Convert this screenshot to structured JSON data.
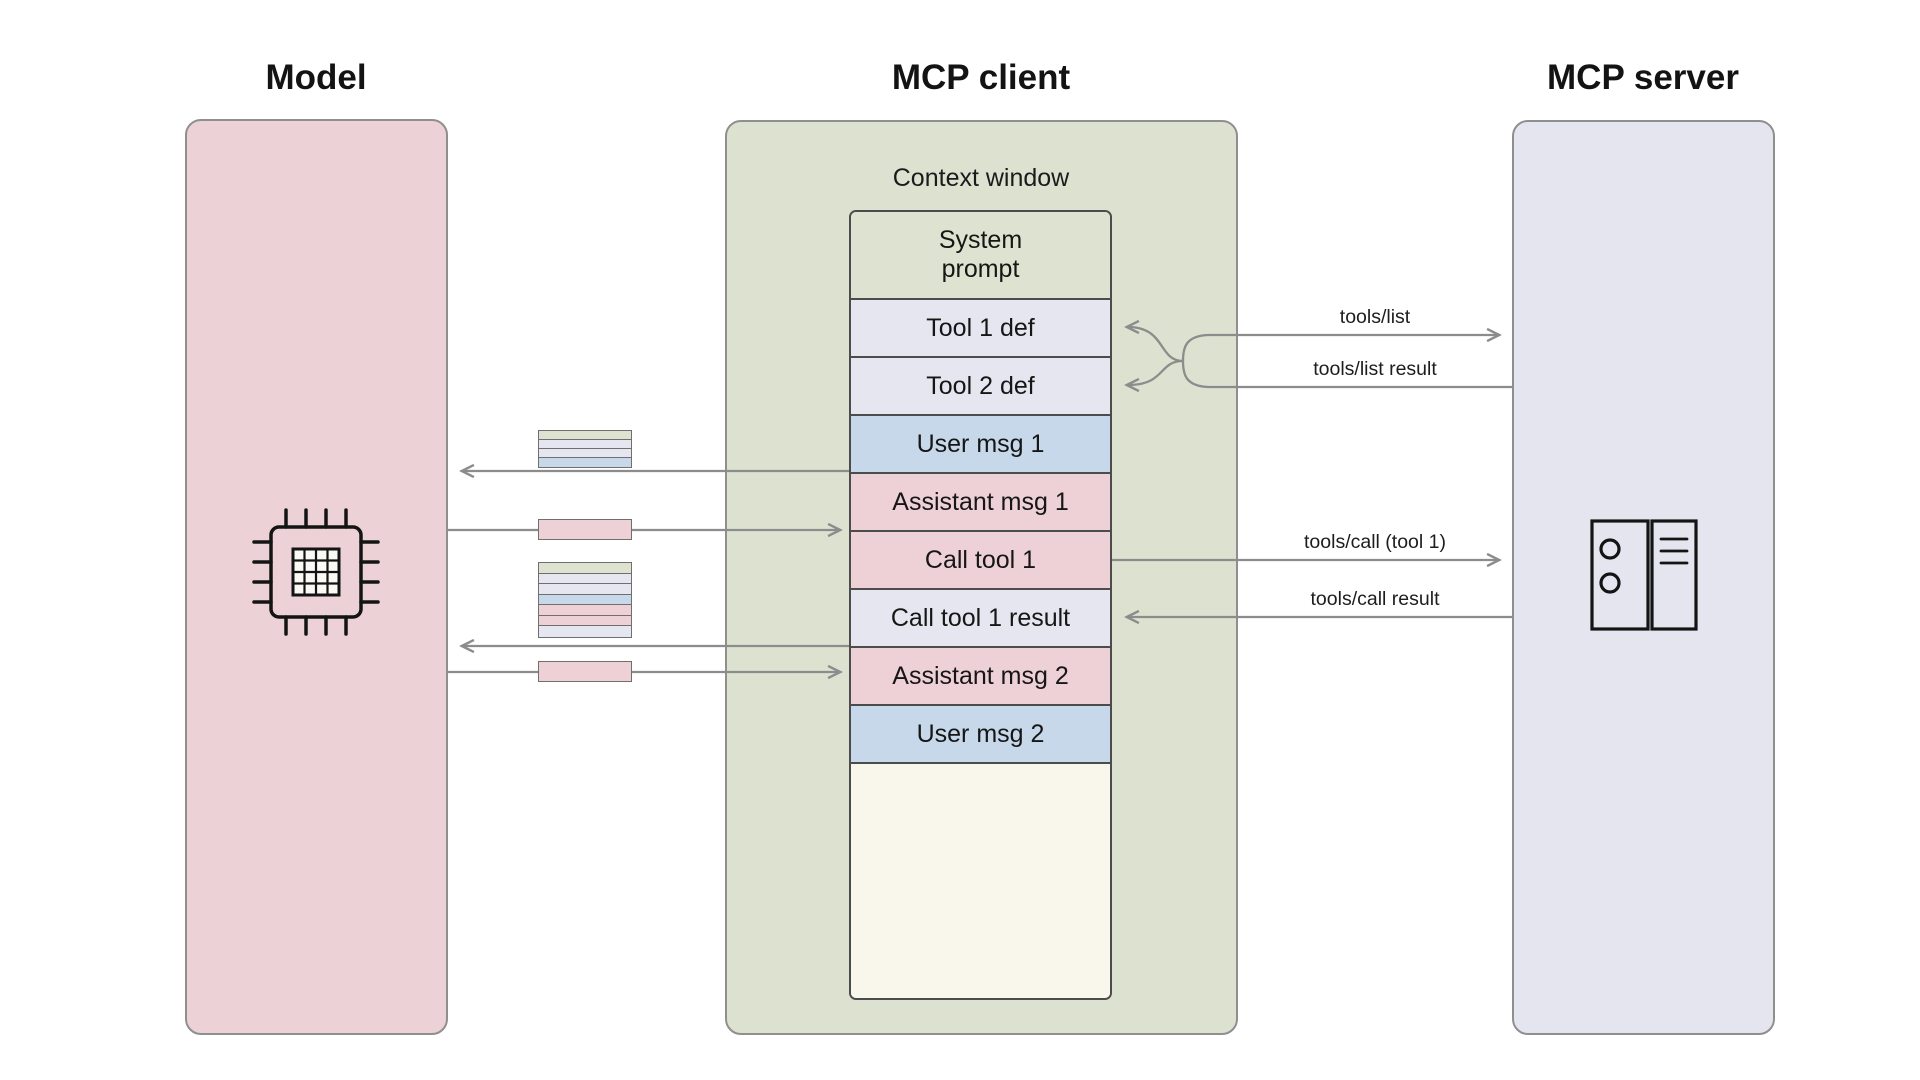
{
  "diagram": {
    "model": {
      "title": "Model"
    },
    "client": {
      "title": "MCP client",
      "context_window_label": "Context window"
    },
    "server": {
      "title": "MCP server"
    }
  },
  "context_blocks": [
    {
      "label": "System prompt",
      "type": "system"
    },
    {
      "label": "Tool 1 def",
      "type": "tooldef"
    },
    {
      "label": "Tool 2 def",
      "type": "tooldef"
    },
    {
      "label": "User msg 1",
      "type": "user"
    },
    {
      "label": "Assistant msg 1",
      "type": "assistant"
    },
    {
      "label": "Call tool 1",
      "type": "assistant"
    },
    {
      "label": "Call tool 1 result",
      "type": "toolresult"
    },
    {
      "label": "Assistant msg 2",
      "type": "assistant"
    },
    {
      "label": "User msg 2",
      "type": "user"
    }
  ],
  "arrows": {
    "tools_list": "tools/list",
    "tools_list_result": "tools/list result",
    "tools_call": "tools/call (tool 1)",
    "tools_call_result": "tools/call result"
  },
  "model_io_icons": {
    "context_snapshot_1_stripes": [
      "#dee3d1",
      "#e6e6f0",
      "#e6e6f0",
      "#c6d8e9"
    ],
    "assistant_reply_1_color": "#eed1d6",
    "context_snapshot_2_stripes": [
      "#dee3d1",
      "#e6e6f0",
      "#e6e6f0",
      "#c6d8e9",
      "#eed1d6",
      "#eed1d6",
      "#e6e6f0"
    ],
    "assistant_reply_2_color": "#eed1d6"
  },
  "colors": {
    "model_panel": "#ecd2d6",
    "client_panel": "#dde2d0",
    "server_panel": "#e4e5ef",
    "block_system": "#dee3d1",
    "block_tooldef": "#e6e6f0",
    "block_user": "#c6d8e9",
    "block_assistant": "#eed1d6",
    "block_toolresult": "#e6e6f0",
    "context_empty": "#f9f6ec",
    "arrow": "#8c8c8c"
  }
}
